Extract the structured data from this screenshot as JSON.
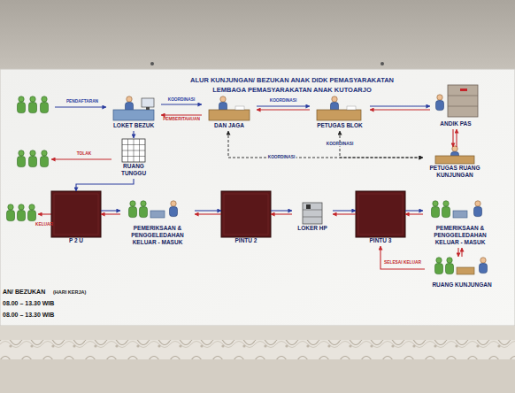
{
  "diagram": {
    "title": "ALUR KUNJUNGAN/ BEZUKAN ANAK DIDK PEMASYARAKATAN LEMBAGA PEMASYARAKATAN ANAK KUTOARJO",
    "nodes": [
      {
        "text": [
          "LOKET BEZUK"
        ]
      },
      {
        "text": [
          "DAN JAGA"
        ]
      },
      {
        "text": [
          "PETUGAS BLOK"
        ]
      },
      {
        "text": [
          "ANDIK PAS"
        ]
      },
      {
        "text": [
          "PETUGAS RUANG KUNJUNGAN"
        ]
      },
      {
        "text": [
          "RUANG TUNGGU"
        ]
      },
      {
        "text": [
          "P 2 U"
        ]
      },
      {
        "text": [
          "PEMERIKSAAN & PENGGELEDAHAN KELUAR - MASUK"
        ]
      },
      {
        "text": [
          "PINTU 2"
        ]
      },
      {
        "text": [
          "LOKER HP"
        ]
      },
      {
        "text": [
          "PINTU 3"
        ]
      },
      {
        "text": [
          "PEMERIKSAAN & PENGGELEDAHAN KELUAR - MASUK"
        ]
      },
      {
        "text": [
          "RUANG KUNJUNGAN"
        ]
      }
    ],
    "edges": [
      {
        "from": 0,
        "to": 1,
        "label": "KOORDINASI",
        "arrow": "to"
      },
      {
        "from": 1,
        "to": 0,
        "label": "PEMBERITAHUAN",
        "arrow": "to"
      },
      {
        "from": 1,
        "to": 2,
        "label": "KOORDINASI",
        "arrow": "both"
      },
      {
        "from": 2,
        "to": 3,
        "arrow": "both"
      },
      {
        "from": 3,
        "to": 4,
        "arrow": "both"
      },
      {
        "from": 0,
        "to": 5,
        "arrow": "to"
      },
      {
        "from": 1,
        "to": 4,
        "label": "KOORDINASI",
        "arrow": "both"
      },
      {
        "from": 2,
        "to": 4,
        "label": "KOORDINASI",
        "arrow": "both"
      },
      {
        "from": 5,
        "to": 6,
        "arrow": "to"
      },
      {
        "from": 6,
        "to": 7,
        "arrow": "both"
      },
      {
        "from": 7,
        "to": 8,
        "arrow": "both"
      },
      {
        "from": 8,
        "to": 9,
        "arrow": "both"
      },
      {
        "from": 9,
        "to": 10,
        "arrow": "both"
      },
      {
        "from": 10,
        "to": 11,
        "arrow": "both"
      },
      {
        "from": 11,
        "to": 12,
        "arrow": "both"
      },
      {
        "from": 12,
        "to": 10,
        "label": "SELESAI KELUAR",
        "arrow": "to"
      }
    ],
    "labels": [
      "AN/ BEZUKAN",
      "(HARI KERJA)",
      "08.00 – 13.30 WIB",
      "08.00 – 13.30 WIB",
      "PENDAFTARAN",
      "TOLAK",
      "KELUAR"
    ]
  }
}
